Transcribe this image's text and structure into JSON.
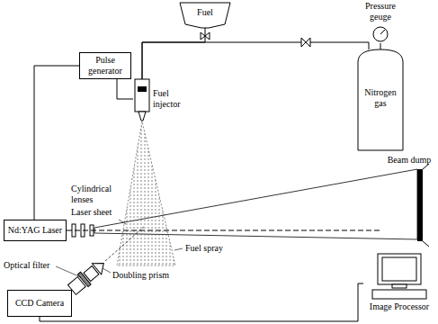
{
  "diagram": {
    "nodes": [
      {
        "text": [
          "Fuel"
        ]
      },
      {
        "text": [
          "Pressure geuge"
        ]
      },
      {
        "text": [
          "Nitrogen gas"
        ]
      },
      {
        "text": [
          "Pulse generator"
        ]
      },
      {
        "text": [
          "Fuel injector"
        ]
      },
      {
        "text": [
          "Nd:YAG Laser"
        ]
      },
      {
        "text": [
          "Beam dump"
        ]
      },
      {
        "text": [
          "CCD Camera"
        ]
      },
      {
        "text": [
          "Image Processor"
        ]
      }
    ],
    "edges": [
      {
        "from": 0,
        "to": 4,
        "arrow": "none"
      },
      {
        "from": 1,
        "to": 2,
        "arrow": "none"
      },
      {
        "from": 2,
        "to": 4,
        "arrow": "none"
      },
      {
        "from": 3,
        "to": 4,
        "arrow": "none"
      },
      {
        "from": 3,
        "to": 5,
        "arrow": "none"
      },
      {
        "from": 5,
        "to": 6,
        "arrow": "none"
      },
      {
        "from": 7,
        "to": 8,
        "arrow": "none"
      }
    ],
    "labels": [
      "Cylindrical lenses",
      "Laser sheet",
      "Fuel spray",
      "Optical filter",
      "Doubling prism"
    ]
  }
}
